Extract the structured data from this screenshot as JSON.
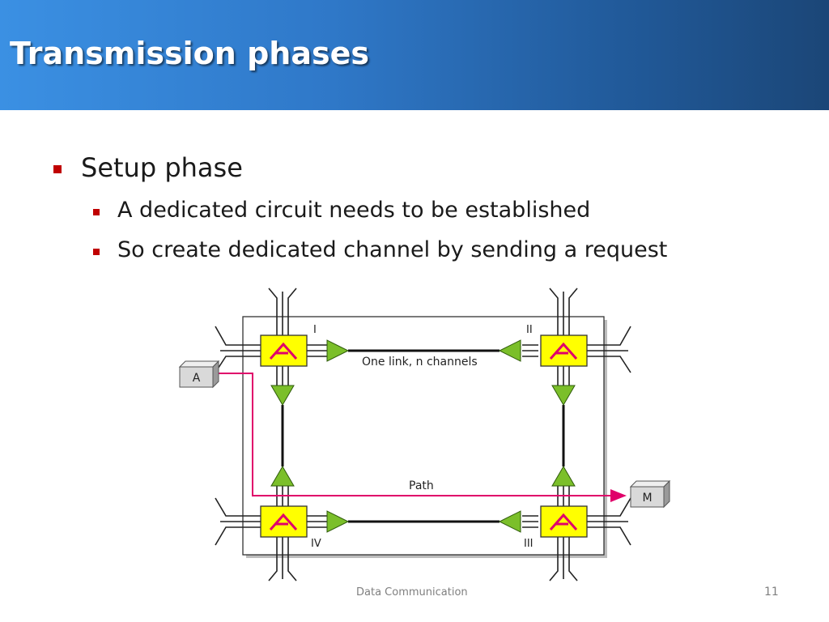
{
  "slide": {
    "title": "Transmission phases",
    "bullets": [
      {
        "text": "Setup phase",
        "children": [
          {
            "text": "A dedicated circuit needs to be established"
          },
          {
            "text": "So create dedicated channel by sending a request"
          }
        ]
      }
    ],
    "footer": "Data Communication",
    "page_number": "11"
  },
  "diagram": {
    "switch_labels": [
      "I",
      "II",
      "III",
      "IV"
    ],
    "station_labels": [
      "A",
      "M"
    ],
    "link_label": "One link, n channels",
    "path_label": "Path",
    "colors": {
      "switch_fill": "#ffff00",
      "switch_symbol": "#e0006a",
      "path": "#e0006a",
      "arrow_fill": "#7bbf2a",
      "station_fill": "#d9d9d9"
    }
  }
}
